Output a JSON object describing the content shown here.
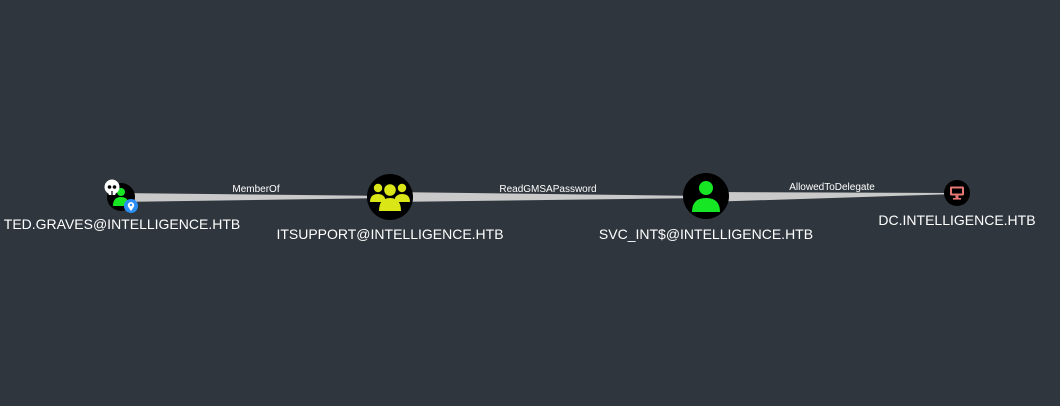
{
  "colors": {
    "background": "#2f363d",
    "edge": "#c9c9c9",
    "node_fill": "#000000",
    "user_icon": "#17e625",
    "group_icon": "#dbe617",
    "computer_icon": "#e67873",
    "label_text": "#ffffff",
    "owned_badge": "#ffffff",
    "starting_badge": "#2a8ef5"
  },
  "nodes": [
    {
      "id": "ted",
      "type": "user",
      "label": "TED.GRAVES@INTELLIGENCE.HTB",
      "icon": "user-icon",
      "badges": [
        "skull-icon",
        "map-pin-icon"
      ]
    },
    {
      "id": "itsupport",
      "type": "group",
      "label": "ITSUPPORT@INTELLIGENCE.HTB",
      "icon": "group-icon",
      "badges": []
    },
    {
      "id": "svc",
      "type": "user",
      "label": "SVC_INT$@INTELLIGENCE.HTB",
      "icon": "user-icon",
      "badges": []
    },
    {
      "id": "dc",
      "type": "computer",
      "label": "DC.INTELLIGENCE.HTB",
      "icon": "computer-icon",
      "badges": []
    }
  ],
  "edges": [
    {
      "from": "ted",
      "to": "itsupport",
      "label": "MemberOf"
    },
    {
      "from": "itsupport",
      "to": "svc",
      "label": "ReadGMSAPassword"
    },
    {
      "from": "svc",
      "to": "dc",
      "label": "AllowedToDelegate"
    }
  ]
}
